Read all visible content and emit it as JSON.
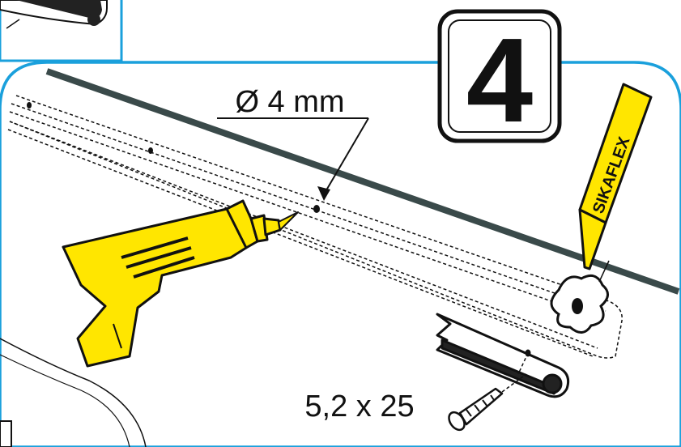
{
  "step": {
    "number": "4"
  },
  "annotations": {
    "drill_size": "Ø 4 mm",
    "screw_size": "5,2 x 25",
    "sealant_brand": "SIKAFLEX"
  },
  "colors": {
    "frame": "#1aa0dc",
    "tool_yellow": "#ffe600",
    "outline": "#111111",
    "rail": "#3a4a4a"
  },
  "icons": [
    "drill-icon",
    "sealant-tube-icon",
    "screw-icon",
    "awning-rail-icon"
  ]
}
